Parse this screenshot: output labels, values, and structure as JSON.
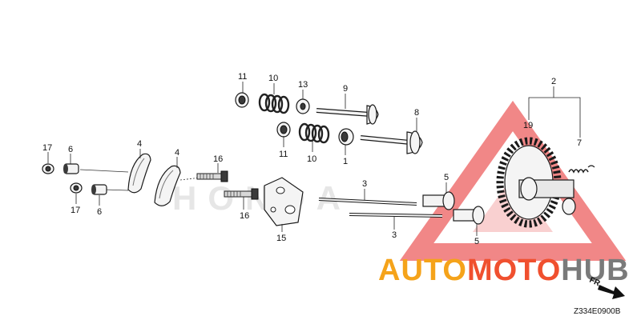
{
  "diagram": {
    "code": "Z334E0900B",
    "front_marker": "FR.",
    "labels": {
      "l1": "1",
      "l2": "2",
      "l3a": "3",
      "l3b": "3",
      "l4a": "4",
      "l4b": "4",
      "l5a": "5",
      "l5b": "5",
      "l6a": "6",
      "l6b": "6",
      "l7": "7",
      "l8": "8",
      "l9": "9",
      "l10a": "10",
      "l10b": "10",
      "l11a": "11",
      "l11b": "11",
      "l13": "13",
      "l15": "15",
      "l16a": "16",
      "l16b": "16",
      "l17a": "17",
      "l17b": "17",
      "l19": "19"
    }
  },
  "watermark": {
    "word_auto": "AUTO",
    "word_moto": "MOTO",
    "word_hub": "HUB",
    "bg_text": "HONDA",
    "colors": {
      "auto": "#f5a31a",
      "moto": "#f0502f",
      "hub": "#7a7a7a",
      "triangle": "#f07a7a"
    }
  }
}
